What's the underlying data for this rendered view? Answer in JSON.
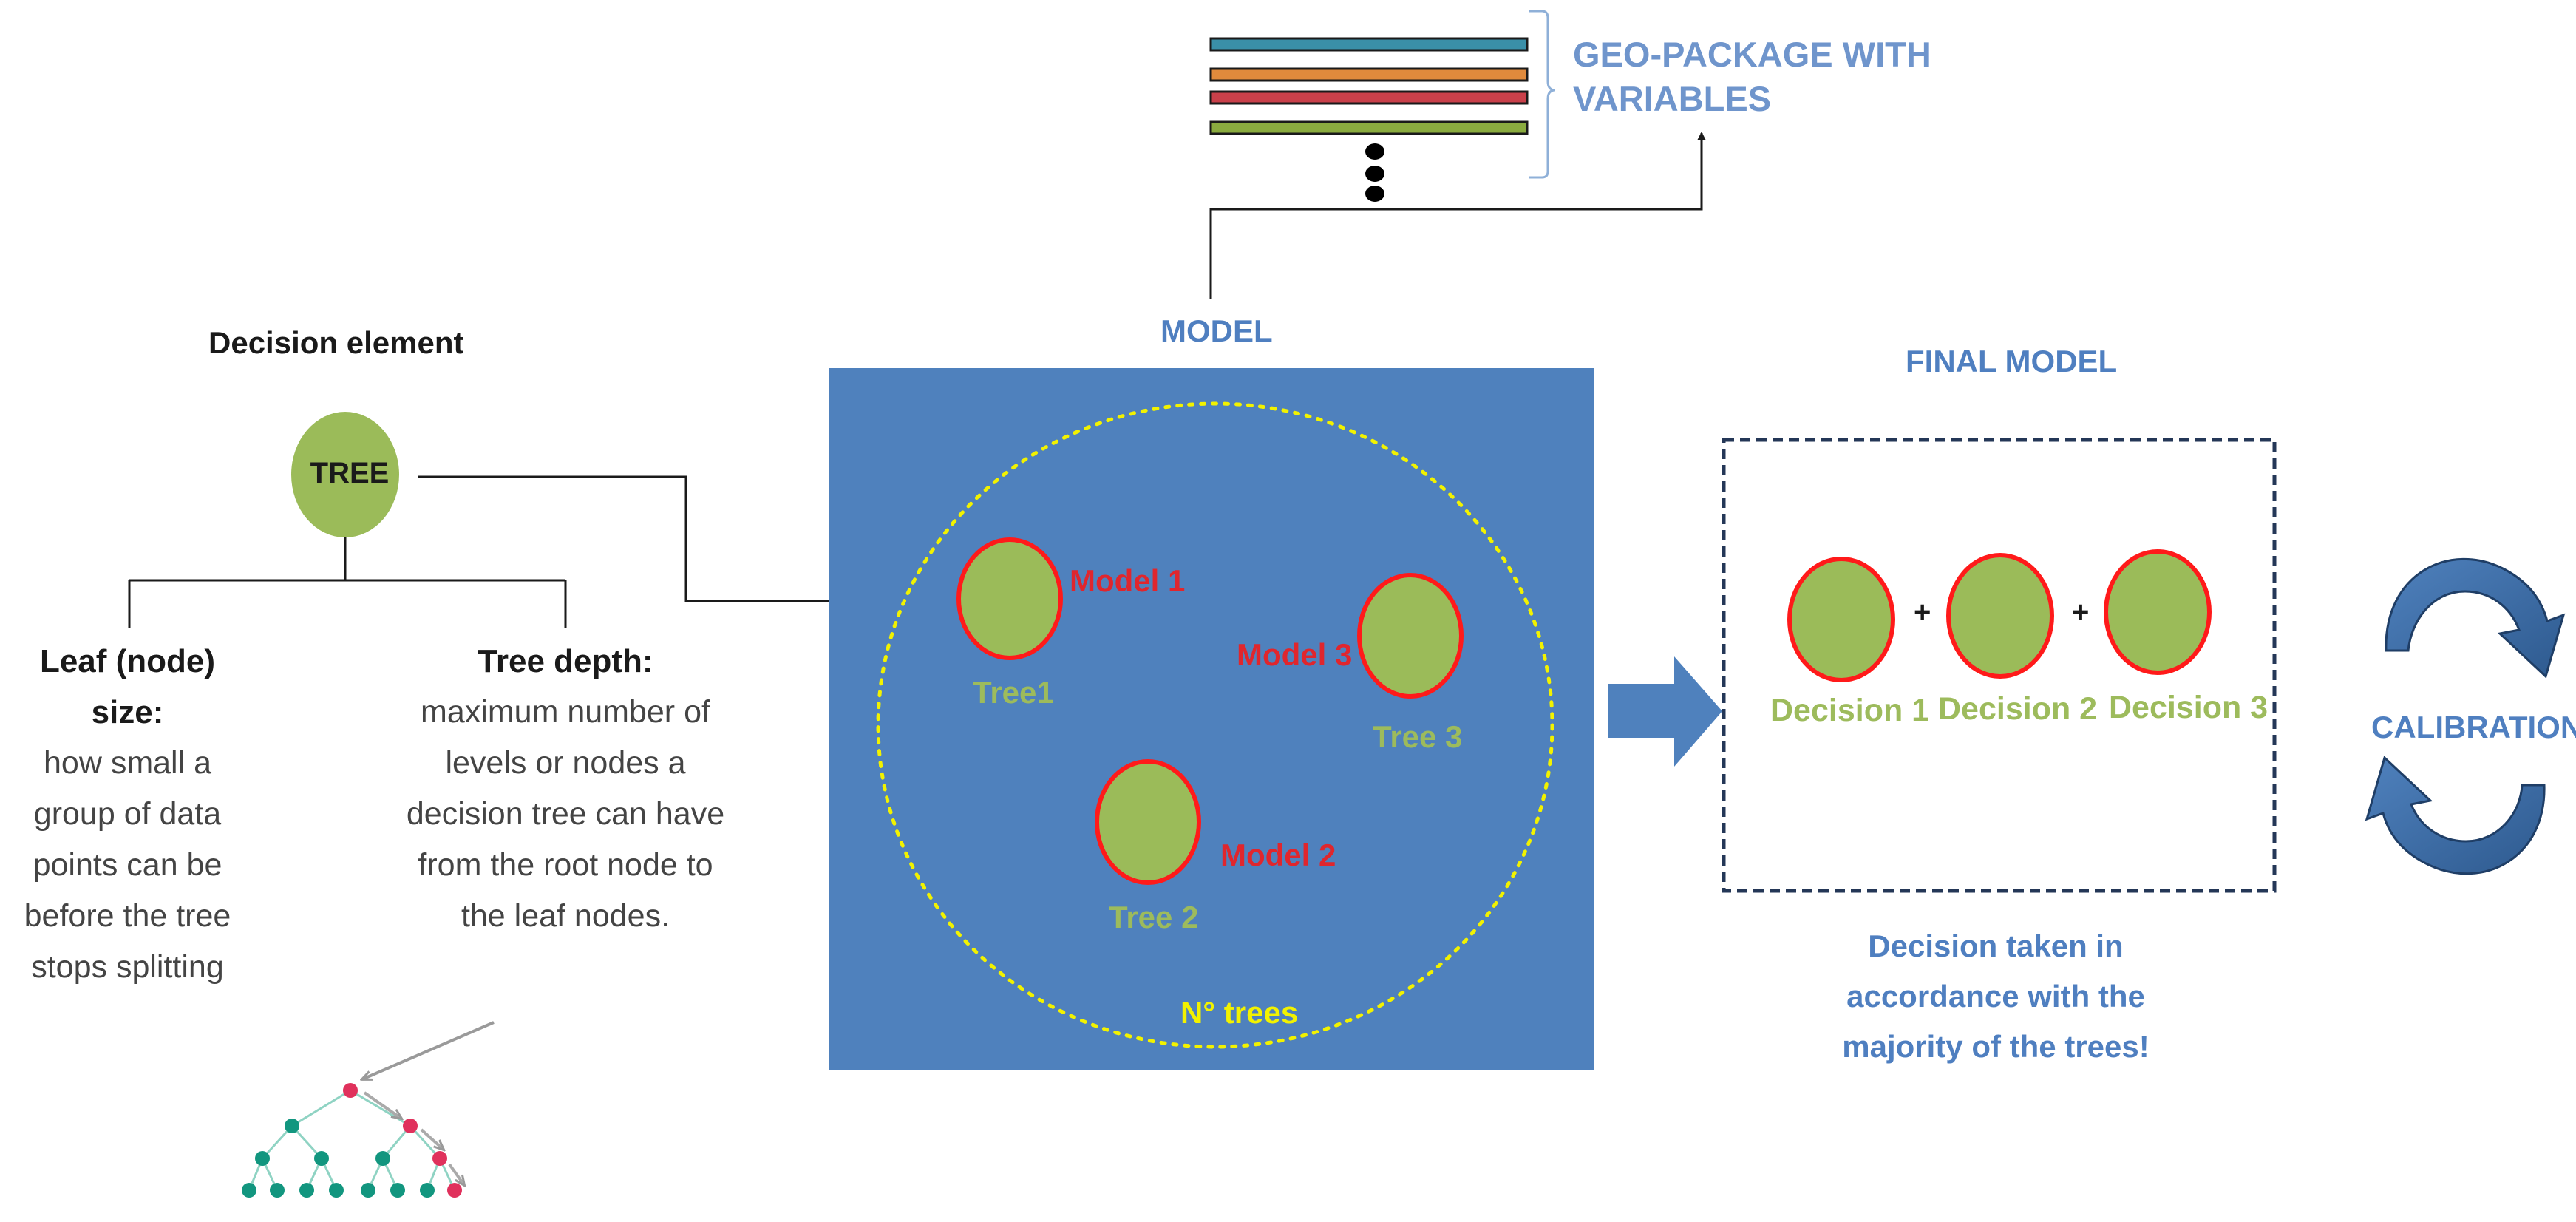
{
  "decision_element": {
    "title": "Decision element",
    "node_label": "TREE"
  },
  "parameters": {
    "leaf": {
      "heading": "Leaf (node) size:",
      "lines": [
        "how small a",
        "group of data",
        "points can be",
        "before the tree",
        "stops splitting"
      ]
    },
    "depth": {
      "heading": "Tree depth:",
      "lines": [
        "maximum number of",
        "levels or nodes a",
        "decision tree can have",
        "from the root node to",
        "the leaf nodes."
      ]
    }
  },
  "model": {
    "title": "MODEL",
    "models": [
      "Model 1",
      "Model 2",
      "Model 3"
    ],
    "trees": [
      "Tree1",
      "Tree 2",
      "Tree 3"
    ],
    "ensemble_label": "N° trees"
  },
  "geo_package": {
    "title": "GEO-PACKAGE WITH VARIABLES",
    "layer_colors": [
      "#3a8fa8",
      "#e08a3c",
      "#c9404a",
      "#8aab3f"
    ]
  },
  "final_model": {
    "title": "FINAL MODEL",
    "decisions": [
      "Decision 1",
      "Decision 2",
      "Decision 3"
    ],
    "operator": "+",
    "note": "Decision taken in accordance with the majority of the trees!"
  },
  "calibration": {
    "label": "CALIBRATION"
  },
  "colors": {
    "accent_blue": "#4f7fc0",
    "model_panel": "#4f81bd",
    "tree_green": "#9bbb59",
    "model_red": "#e0262d",
    "ensemble_yellow": "#f2f200",
    "final_border": "#243757",
    "tree_node_teal": "#12967f",
    "tree_node_red": "#e0315c"
  }
}
